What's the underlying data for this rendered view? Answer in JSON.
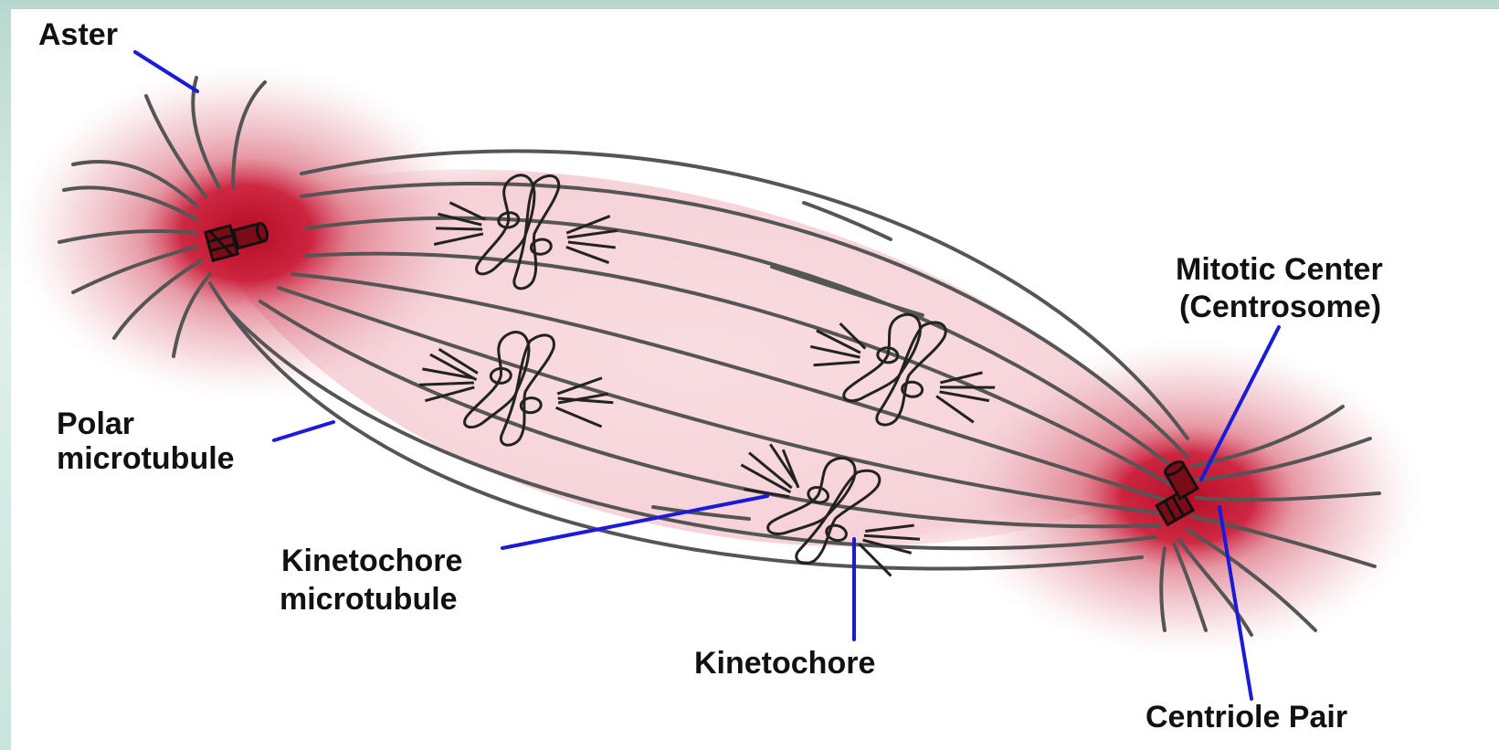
{
  "labels": {
    "aster": "Aster",
    "polar_line1": "Polar",
    "polar_line2": "microtubule",
    "kinetochore_mt_line1": "Kinetochore",
    "kinetochore_mt_line2": "microtubule",
    "kinetochore": "Kinetochore",
    "mitotic_line1": "Mitotic Center",
    "mitotic_line2": "(Centrosome)",
    "centriole_pair": "Centriole Pair"
  },
  "colors": {
    "pointer": "#1a1adb",
    "centrosome": "#c0182a",
    "spindle": "#f3cfd4",
    "fiber": "#555555"
  }
}
